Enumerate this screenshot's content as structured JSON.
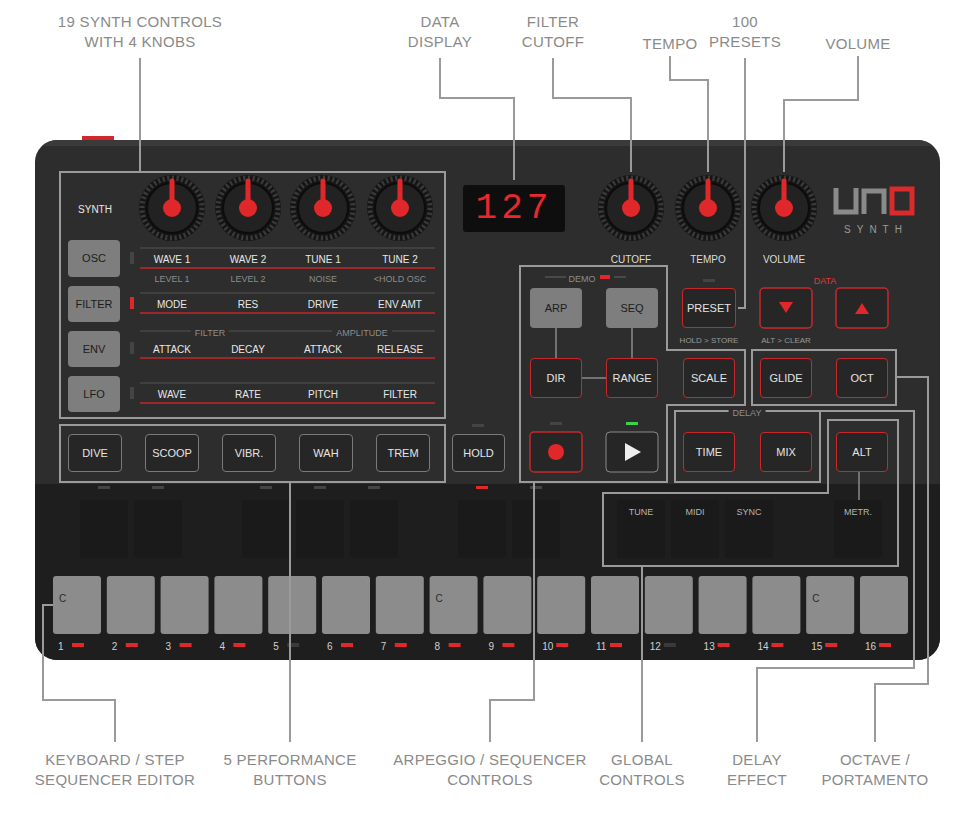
{
  "diagram": {
    "nodes": [
      {
        "text": [
          "OSC"
        ]
      },
      {
        "text": [
          "FILTER"
        ]
      },
      {
        "text": [
          "ENV"
        ]
      },
      {
        "text": [
          "LFO"
        ]
      },
      {
        "text": [
          "127"
        ]
      },
      {
        "text": [
          "ARP"
        ]
      },
      {
        "text": [
          "SEQ"
        ]
      },
      {
        "text": [
          "PRESET"
        ]
      },
      {
        "text": [
          "DIR"
        ]
      },
      {
        "text": [
          "RANGE"
        ]
      },
      {
        "text": [
          "SCALE"
        ]
      },
      {
        "text": [
          "GLIDE"
        ]
      },
      {
        "text": [
          "OCT"
        ]
      },
      {
        "text": [
          "DIVE"
        ]
      },
      {
        "text": [
          "SCOOP"
        ]
      },
      {
        "text": [
          "VIBR."
        ]
      },
      {
        "text": [
          "WAH"
        ]
      },
      {
        "text": [
          "TREM"
        ]
      },
      {
        "text": [
          "HOLD"
        ]
      },
      {
        "text": [
          "TIME"
        ]
      },
      {
        "text": [
          "MIX"
        ]
      },
      {
        "text": [
          "ALT"
        ]
      },
      {
        "text": [
          "TUNE"
        ]
      },
      {
        "text": [
          "MIDI"
        ]
      },
      {
        "text": [
          "SYNC"
        ]
      },
      {
        "text": [
          "METR."
        ]
      }
    ],
    "edges": [
      {
        "from": 5,
        "to": 8,
        "arrow": "none"
      },
      {
        "from": 6,
        "to": 9,
        "arrow": "none"
      },
      {
        "from": 8,
        "to": 9,
        "arrow": "none"
      },
      {
        "from": 21,
        "to": 25,
        "arrow": "none"
      }
    ],
    "labels": [
      "19 SYNTH CONTROLS WITH 4 KNOBS",
      "DATA DISPLAY",
      "FILTER CUTOFF",
      "TEMPO",
      "100 PRESETS",
      "VOLUME",
      "SYNTH",
      "WAVE 1",
      "WAVE 2",
      "TUNE 1",
      "TUNE 2",
      "LEVEL 1",
      "LEVEL 2",
      "NOISE",
      "<HOLD OSC",
      "MODE",
      "RES",
      "DRIVE",
      "ENV AMT",
      "FILTER",
      "AMPLITUDE",
      "ATTACK",
      "DECAY",
      "ATTACK",
      "RELEASE",
      "WAVE",
      "RATE",
      "PITCH",
      "FILTER",
      "CUTOFF",
      "TEMPO",
      "VOLUME",
      "SYNTH",
      "DEMO",
      "HOLD > STORE",
      "DATA",
      "ALT > CLEAR",
      "DELAY",
      "C",
      "C",
      "C",
      "1",
      "2",
      "3",
      "4",
      "5",
      "6",
      "7",
      "8",
      "9",
      "10",
      "11",
      "12",
      "13",
      "14",
      "15",
      "16",
      "KEYBOARD / STEP SEQUENCER EDITOR",
      "5 PERFORMANCE BUTTONS",
      "ARPEGGIO / SEQUENCER CONTROLS",
      "GLOBAL CONTROLS",
      "DELAY EFFECT",
      "OCTAVE / PORTAMENTO"
    ]
  }
}
